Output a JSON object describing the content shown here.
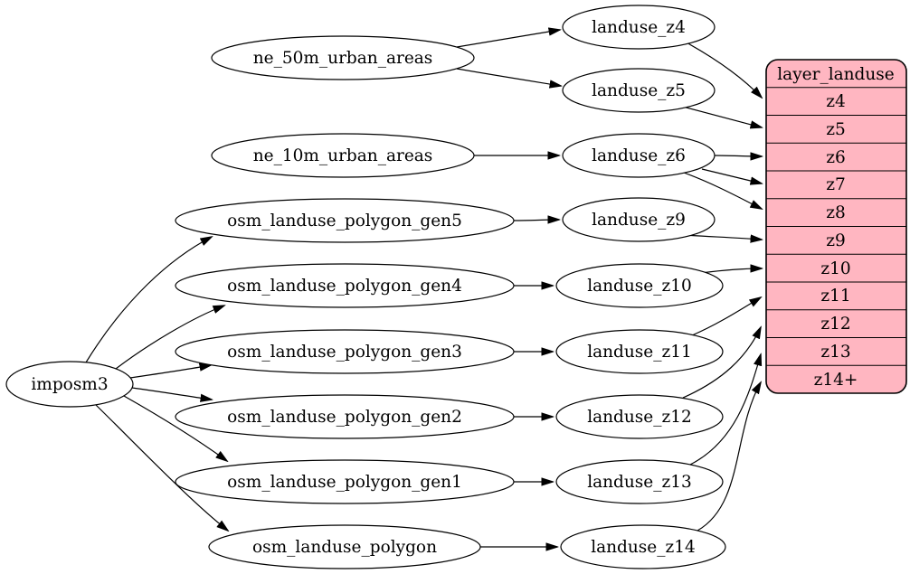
{
  "graph": {
    "colors": {
      "background": "#ffffff",
      "node_fill": "#ffffff",
      "stroke": "#000000",
      "table_fill": "#ffb6c1"
    },
    "nodes": [
      {
        "id": "imposm3",
        "label": "imposm3"
      },
      {
        "id": "ne_50m_urban_areas",
        "label": "ne_50m_urban_areas"
      },
      {
        "id": "ne_10m_urban_areas",
        "label": "ne_10m_urban_areas"
      },
      {
        "id": "osm_landuse_polygon_gen5",
        "label": "osm_landuse_polygon_gen5"
      },
      {
        "id": "osm_landuse_polygon_gen4",
        "label": "osm_landuse_polygon_gen4"
      },
      {
        "id": "osm_landuse_polygon_gen3",
        "label": "osm_landuse_polygon_gen3"
      },
      {
        "id": "osm_landuse_polygon_gen2",
        "label": "osm_landuse_polygon_gen2"
      },
      {
        "id": "osm_landuse_polygon_gen1",
        "label": "osm_landuse_polygon_gen1"
      },
      {
        "id": "osm_landuse_polygon",
        "label": "osm_landuse_polygon"
      },
      {
        "id": "landuse_z4",
        "label": "landuse_z4"
      },
      {
        "id": "landuse_z5",
        "label": "landuse_z5"
      },
      {
        "id": "landuse_z6",
        "label": "landuse_z6"
      },
      {
        "id": "landuse_z9",
        "label": "landuse_z9"
      },
      {
        "id": "landuse_z10",
        "label": "landuse_z10"
      },
      {
        "id": "landuse_z11",
        "label": "landuse_z11"
      },
      {
        "id": "landuse_z12",
        "label": "landuse_z12"
      },
      {
        "id": "landuse_z13",
        "label": "landuse_z13"
      },
      {
        "id": "landuse_z14",
        "label": "landuse_z14"
      }
    ],
    "table": {
      "title": "layer_landuse",
      "rows": [
        "z4",
        "z5",
        "z6",
        "z7",
        "z8",
        "z9",
        "z10",
        "z11",
        "z12",
        "z13",
        "z14+"
      ]
    },
    "edges": [
      "imposm3 -> osm_landuse_polygon_gen5",
      "imposm3 -> osm_landuse_polygon_gen4",
      "imposm3 -> osm_landuse_polygon_gen3",
      "imposm3 -> osm_landuse_polygon_gen2",
      "imposm3 -> osm_landuse_polygon_gen1",
      "imposm3 -> osm_landuse_polygon",
      "ne_50m_urban_areas -> landuse_z4",
      "ne_50m_urban_areas -> landuse_z5",
      "ne_10m_urban_areas -> landuse_z6",
      "osm_landuse_polygon_gen5 -> landuse_z9",
      "osm_landuse_polygon_gen4 -> landuse_z10",
      "osm_landuse_polygon_gen3 -> landuse_z11",
      "osm_landuse_polygon_gen2 -> landuse_z12",
      "osm_landuse_polygon_gen1 -> landuse_z13",
      "osm_landuse_polygon -> landuse_z14",
      "landuse_z4 -> layer_landuse:z4",
      "landuse_z5 -> layer_landuse:z5",
      "landuse_z6 -> layer_landuse:z6",
      "landuse_z6 -> layer_landuse:z7",
      "landuse_z6 -> layer_landuse:z8",
      "landuse_z9 -> layer_landuse:z9",
      "landuse_z10 -> layer_landuse:z10",
      "landuse_z11 -> layer_landuse:z11",
      "landuse_z12 -> layer_landuse:z12",
      "landuse_z13 -> layer_landuse:z13",
      "landuse_z14 -> layer_landuse:z14+"
    ]
  }
}
